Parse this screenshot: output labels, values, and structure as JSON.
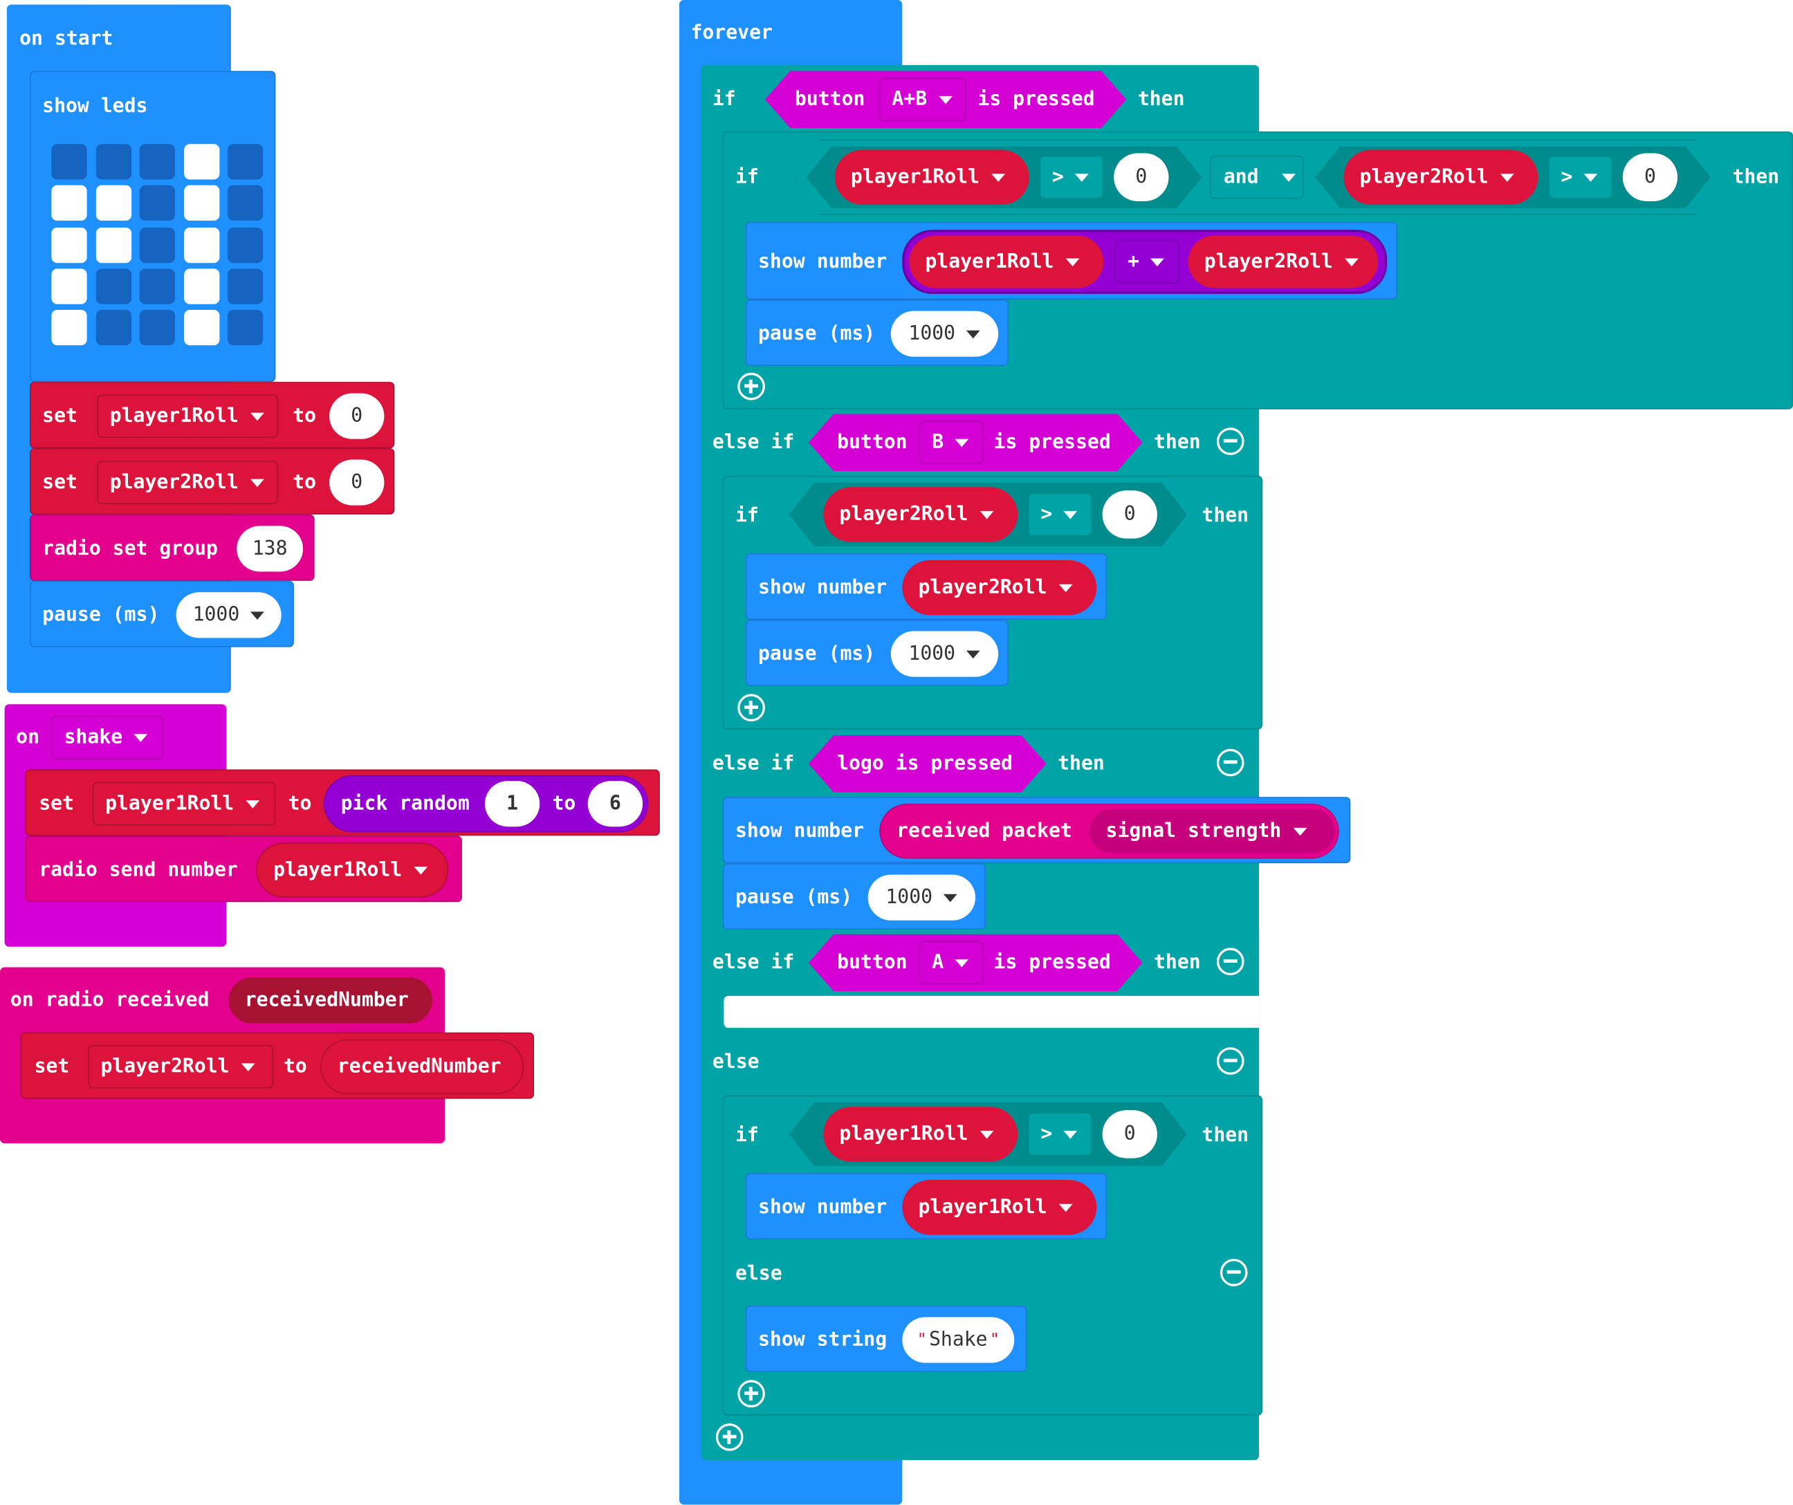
{
  "colors": {
    "basic": "#1e90ff",
    "input": "#d400d4",
    "logic": "#00a4a6",
    "variables": "#dc143c",
    "math": "#9400d3",
    "radio": "#e3008c",
    "variable_reporter_dark": "#a81232",
    "led_on": "#ffffff",
    "led_off": "#1565c0"
  },
  "on_start": {
    "label": "on start",
    "show_leds": {
      "label": "show leds",
      "grid": [
        [
          0,
          0,
          0,
          1,
          0
        ],
        [
          1,
          1,
          0,
          1,
          0
        ],
        [
          1,
          1,
          0,
          1,
          0
        ],
        [
          1,
          0,
          0,
          1,
          0
        ],
        [
          1,
          0,
          0,
          1,
          0
        ]
      ]
    },
    "set1": {
      "set": "set",
      "var": "player1Roll",
      "to": "to",
      "value": "0"
    },
    "set2": {
      "set": "set",
      "var": "player2Roll",
      "to": "to",
      "value": "0"
    },
    "radio_group": {
      "label": "radio set group",
      "value": "138"
    },
    "pause": {
      "label": "pause (ms)",
      "value": "1000"
    }
  },
  "on_shake": {
    "on": "on",
    "gesture": "shake",
    "set": {
      "set": "set",
      "var": "player1Roll",
      "to": "to",
      "random_label": "pick random",
      "from": "1",
      "to2": "to",
      "max": "6"
    },
    "send": {
      "label": "radio send number",
      "var": "player1Roll"
    }
  },
  "on_radio": {
    "label": "on radio received",
    "param": "receivedNumber",
    "set": {
      "set": "set",
      "var": "player2Roll",
      "to": "to",
      "value": "receivedNumber"
    }
  },
  "forever": {
    "label": "forever",
    "if1": {
      "if": "if",
      "button": "button",
      "key": "A+B",
      "pressed": "is pressed",
      "then": "then",
      "inner": {
        "if": "if",
        "var_a": "player1Roll",
        "op_a": ">",
        "val_a": "0",
        "and": "and",
        "var_b": "player2Roll",
        "op_b": ">",
        "val_b": "0",
        "then": "then",
        "show": {
          "label": "show number",
          "left": "player1Roll",
          "op": "+",
          "right": "player2Roll"
        },
        "pause": {
          "label": "pause (ms)",
          "value": "1000"
        }
      }
    },
    "elseif_b": {
      "else_if": "else if",
      "button": "button",
      "key": "B",
      "pressed": "is pressed",
      "then": "then",
      "inner": {
        "if": "if",
        "var": "player2Roll",
        "op": ">",
        "val": "0",
        "then": "then",
        "show": {
          "label": "show number",
          "var": "player2Roll"
        },
        "pause": {
          "label": "pause (ms)",
          "value": "1000"
        }
      }
    },
    "elseif_logo": {
      "else_if": "else if",
      "cond": "logo is pressed",
      "then": "then",
      "show": {
        "label": "show number",
        "packet": "received packet",
        "prop": "signal strength"
      },
      "pause": {
        "label": "pause (ms)",
        "value": "1000"
      }
    },
    "elseif_a": {
      "else_if": "else if",
      "button": "button",
      "key": "A",
      "pressed": "is pressed",
      "then": "then"
    },
    "else_branch": {
      "else": "else",
      "inner": {
        "if": "if",
        "var": "player1Roll",
        "op": ">",
        "val": "0",
        "then": "then",
        "show": {
          "label": "show number",
          "var": "player1Roll"
        },
        "else": "else",
        "show_string": {
          "label": "show string",
          "value": "Shake"
        }
      }
    }
  }
}
